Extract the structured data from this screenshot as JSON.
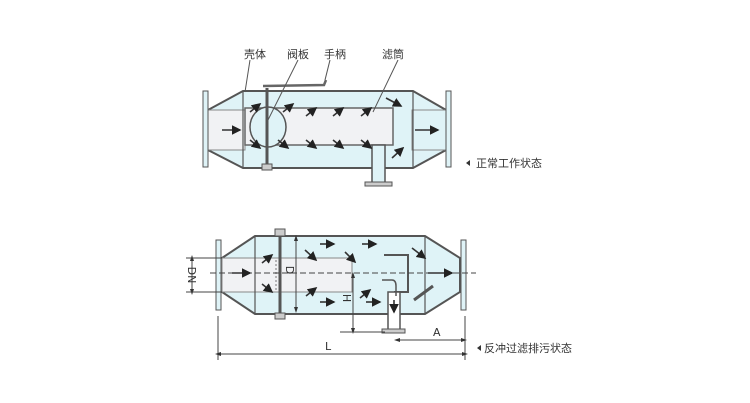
{
  "diagram": {
    "normal_view": {
      "labels": {
        "shell": "壳体",
        "valve_plate": "阀板",
        "handle": "手柄",
        "filter_cartridge": "滤筒"
      },
      "state_caption": "正常工作状态"
    },
    "backflush_view": {
      "dimensions": {
        "dn": "DN",
        "d": "D",
        "h": "H",
        "a": "A",
        "l": "L"
      },
      "state_caption": "反冲过滤排污状态"
    },
    "colors": {
      "fluid": "#dff3f7",
      "cartridge": "#f1f2f4",
      "line": "#555555"
    }
  }
}
